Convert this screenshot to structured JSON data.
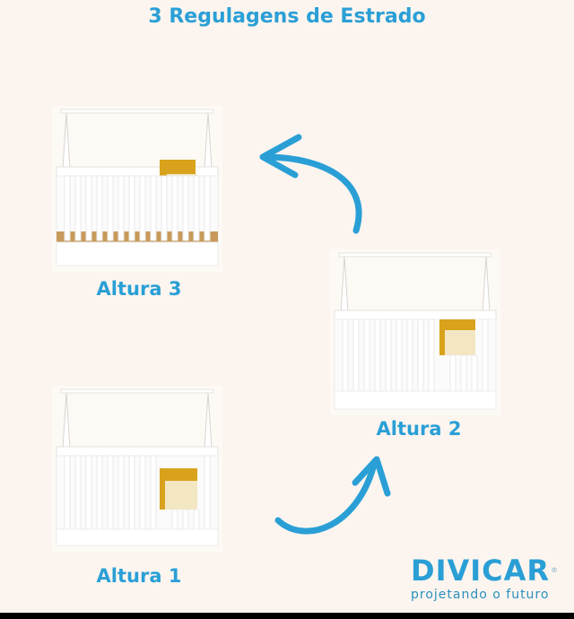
{
  "title": "3 Regulagens de Estrado",
  "colors": {
    "background": "#fcf5ef",
    "accent": "#2a9fd6",
    "crib": "#ffffff",
    "toy": "#d8a21c"
  },
  "cribs": [
    {
      "label": "Altura 3",
      "mattress_level": "high"
    },
    {
      "label": "Altura 2",
      "mattress_level": "middle"
    },
    {
      "label": "Altura 1",
      "mattress_level": "low"
    }
  ],
  "arrows": [
    {
      "name": "arrow-altura1-to-altura2",
      "direction": "up-right"
    },
    {
      "name": "arrow-altura2-to-altura3",
      "direction": "up-left"
    }
  ],
  "logo": {
    "brand": "DIVICAR",
    "registered": "®",
    "tagline": "projetando o futuro"
  }
}
